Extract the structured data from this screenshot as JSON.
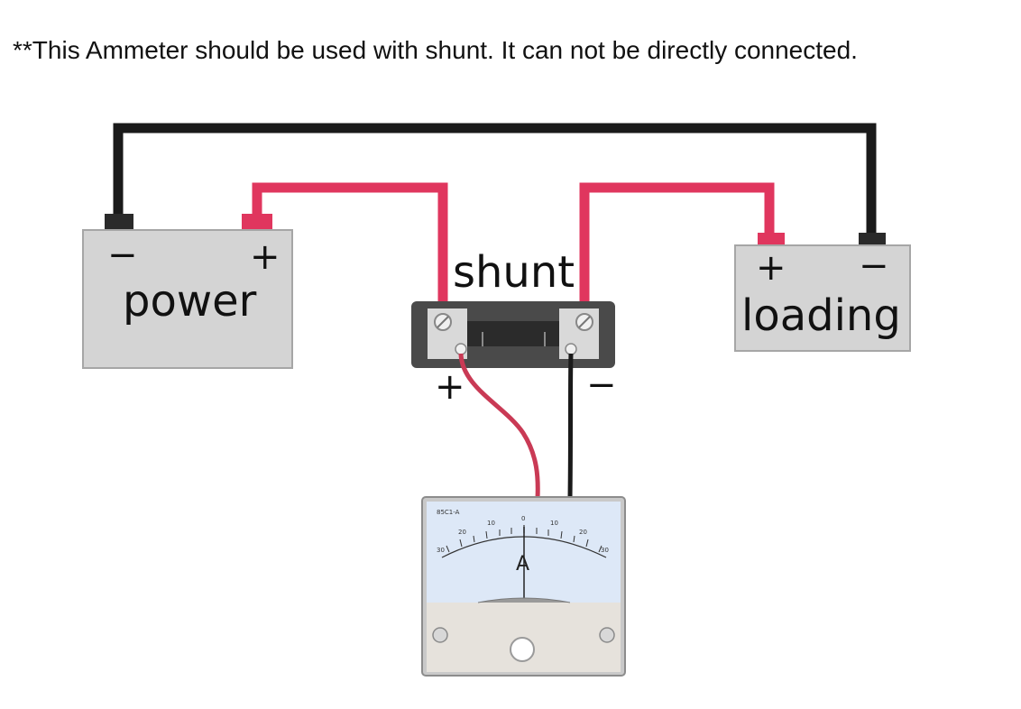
{
  "note": "**This Ammeter should be used with shunt. It can not be directly connected.",
  "labels": {
    "power": "power",
    "loading": "loading",
    "shunt": "shunt"
  },
  "signs": {
    "power_negative": "−",
    "power_positive": "+",
    "loading_positive": "+",
    "loading_negative": "−",
    "shunt_positive": "+",
    "shunt_negative": "−"
  },
  "meter": {
    "model": "85C1-A",
    "unit": "A",
    "scale_ticks": [
      "30",
      "20",
      "10",
      "0",
      "10",
      "20",
      "30"
    ]
  },
  "colors": {
    "wire_red": "#e0365e",
    "wire_black": "#1a1a1a",
    "box_fill": "#d4d4d4",
    "shunt_body": "#4a4a4a",
    "meter_face": "#dde8f7"
  }
}
